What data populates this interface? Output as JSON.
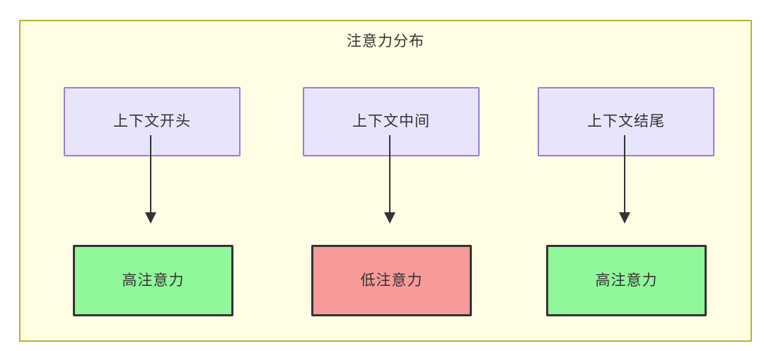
{
  "diagram": {
    "title": "注意力分布",
    "container": {
      "background_color": "#fffde3",
      "border_color": "#b7b32e"
    },
    "colors": {
      "context_fill": "#e8e4fc",
      "context_border": "#9a7ddc",
      "high_attention_fill": "#90f79a",
      "low_attention_fill": "#f79a9a",
      "node_border": "#333333",
      "edge": "#333333",
      "text": "#333333"
    },
    "columns": [
      {
        "source": {
          "label": "上下文开头"
        },
        "target": {
          "label": "高注意力",
          "level": "high"
        }
      },
      {
        "source": {
          "label": "上下文中间"
        },
        "target": {
          "label": "低注意力",
          "level": "low"
        }
      },
      {
        "source": {
          "label": "上下文结尾"
        },
        "target": {
          "label": "高注意力",
          "level": "high"
        }
      }
    ]
  }
}
